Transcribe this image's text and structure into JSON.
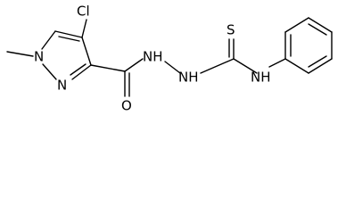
{
  "structure": {
    "atoms": {
      "cl": "Cl",
      "n1": "N",
      "n2": "N",
      "o": "O",
      "nh1": "NH",
      "nh2": "NH",
      "s": "S",
      "nh3": "NH"
    }
  }
}
